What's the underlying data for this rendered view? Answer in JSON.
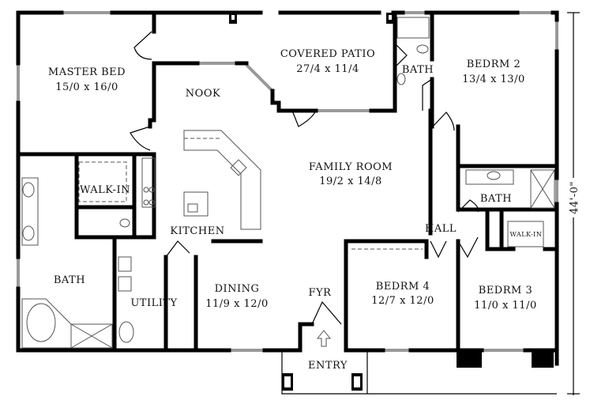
{
  "rooms": {
    "covered_patio": {
      "name": "COVERED PATIO",
      "size": "27/4 x 11/4"
    },
    "master_bed": {
      "name": "MASTER BED",
      "size": "15/0 x 16/0"
    },
    "nook": {
      "name": "NOOK"
    },
    "bath_top": {
      "name": "BATH"
    },
    "bedrm2": {
      "name": "BEDRM 2",
      "size": "13/4 x 13/0"
    },
    "family_room": {
      "name": "FAMILY ROOM",
      "size": "19/2 x 14/8"
    },
    "walkin_master": {
      "name": "WALK-IN"
    },
    "bath_right": {
      "name": "BATH"
    },
    "kitchen": {
      "name": "KITCHEN"
    },
    "hall": {
      "name": "HALL"
    },
    "bath_master": {
      "name": "BATH"
    },
    "dining": {
      "name": "DINING",
      "size": "11/9 x 12/0"
    },
    "foyer": {
      "name": "FYR"
    },
    "bedrm4": {
      "name": "BEDRM 4",
      "size": "12/7 x 12/0"
    },
    "bedrm3": {
      "name": "BEDRM 3",
      "size": "11/0 x 11/0"
    },
    "utility": {
      "name": "UTILITY"
    },
    "entry": {
      "name": "ENTRY"
    },
    "walkin_bedrm3": {
      "name": "WALK-IN"
    }
  },
  "dimension": {
    "depth": "44'-0\""
  }
}
